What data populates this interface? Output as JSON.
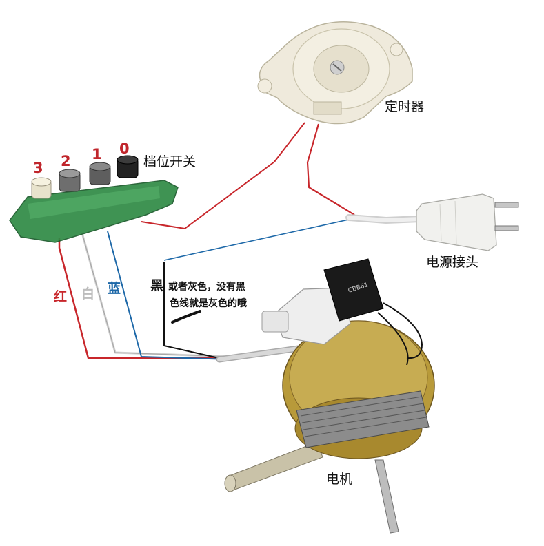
{
  "labels": {
    "timer": "定时器",
    "switch": "档位开关",
    "plug": "电源接头",
    "motor": "电机",
    "capacitor_text": "CBB61"
  },
  "speed_numbers": [
    "3",
    "2",
    "1",
    "0"
  ],
  "wire_labels": {
    "red": "红",
    "white": "白",
    "blue": "蓝",
    "black": "黑"
  },
  "note": {
    "line1": "或者灰色，没有黑",
    "line2": "色线就是灰色的哦"
  },
  "colors": {
    "red_wire": "#c8262b",
    "blue_wire": "#1d68a8",
    "white_wire": "#d9d9d9",
    "black_wire": "#111111",
    "switch_body": "#2f8a45",
    "motor_gold": "#b89a3a",
    "timer_body": "#eeeadc"
  }
}
